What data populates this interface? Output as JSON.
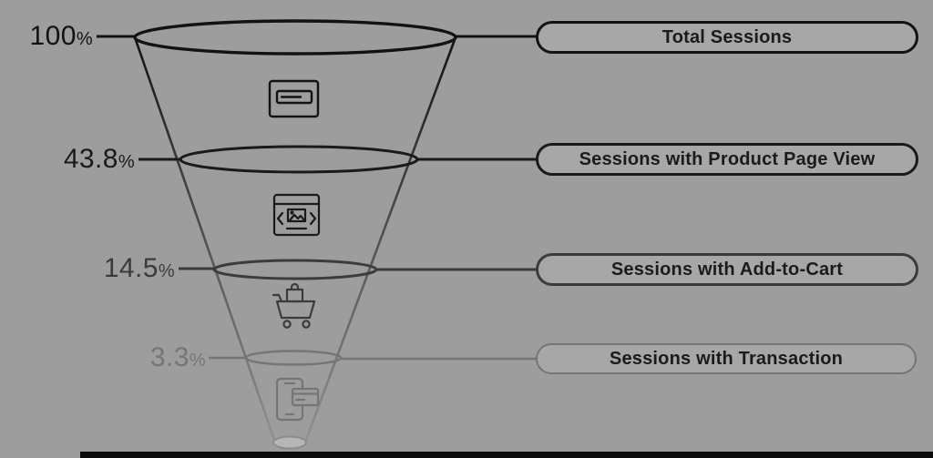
{
  "page": {
    "background_color": "#9d9d9d",
    "pill_fill_color": "#a7a7a7",
    "bottom_bar_color": "#0b0b0b"
  },
  "chart_data": {
    "type": "funnel",
    "title": "",
    "unit": "%",
    "orientation": "vertical",
    "stages": [
      {
        "label": "Total Sessions",
        "percent": 100
      },
      {
        "label": "Sessions with Product Page View",
        "percent": 43.8
      },
      {
        "label": "Sessions with Add-to-Cart",
        "percent": 14.5
      },
      {
        "label": "Sessions with Transaction",
        "percent": 3.3
      }
    ]
  },
  "stages": [
    {
      "percent": "100",
      "suffix": "%",
      "label": "Total Sessions",
      "color": "#121212",
      "icon": "browser-window-icon"
    },
    {
      "percent": "43.8",
      "suffix": "%",
      "label": "Sessions with Product Page View",
      "color": "#1a1a1a",
      "icon": "product-page-view-icon"
    },
    {
      "percent": "14.5",
      "suffix": "%",
      "label": "Sessions with Add-to-Cart",
      "color": "#3b3b3b",
      "icon": "add-to-cart-icon"
    },
    {
      "percent": "3.3",
      "suffix": "%",
      "label": "Sessions with Transaction",
      "color": "#757575",
      "icon": "mobile-transaction-icon"
    }
  ]
}
